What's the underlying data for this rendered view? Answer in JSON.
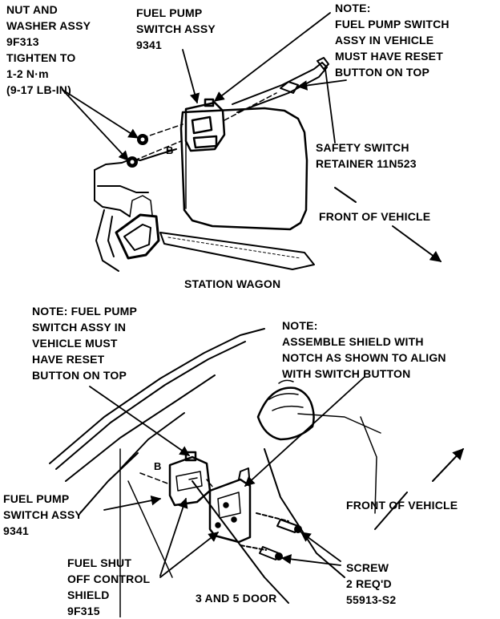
{
  "top": {
    "nut_label": [
      "NUT AND",
      "WASHER ASSY",
      "9F313",
      "TIGHTEN TO",
      "1-2 N·m",
      "(9-17 LB-IN)"
    ],
    "pump_label": [
      "FUEL PUMP",
      "SWITCH ASSY",
      "9341"
    ],
    "note_label": [
      "NOTE:",
      "FUEL PUMP SWITCH",
      "ASSY IN VEHICLE",
      "MUST HAVE RESET",
      "BUTTON ON TOP"
    ],
    "retainer_label": [
      "SAFETY SWITCH",
      "RETAINER 11N523"
    ],
    "front_label": "FRONT OF VEHICLE",
    "callout_letter": "B",
    "caption": "STATION WAGON"
  },
  "bottom": {
    "note_left_label": [
      "NOTE: FUEL PUMP",
      "SWITCH ASSY IN",
      "VEHICLE MUST",
      "HAVE RESET",
      "BUTTON ON TOP"
    ],
    "note_right_label": [
      "NOTE:",
      "ASSEMBLE SHIELD WITH",
      "NOTCH AS SHOWN TO ALIGN",
      "WITH SWITCH BUTTON"
    ],
    "front_label": "FRONT OF VEHICLE",
    "pump_label": [
      "FUEL PUMP",
      "SWITCH ASSY",
      "9341"
    ],
    "shield_label": [
      "FUEL SHUT",
      "OFF CONTROL",
      "SHIELD",
      "9F315"
    ],
    "screw_label": [
      "SCREW",
      "2 REQ'D",
      "55913-S2"
    ],
    "callout_letter": "B",
    "caption": "3 AND 5 DOOR"
  }
}
